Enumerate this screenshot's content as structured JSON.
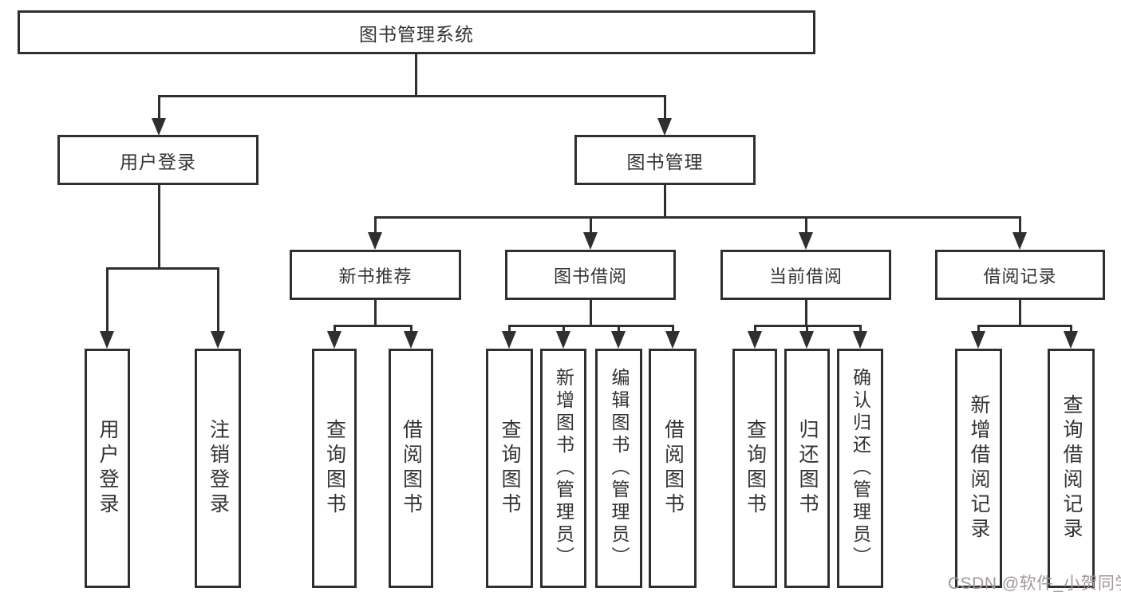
{
  "diagram": {
    "title": "图书管理系统",
    "level2": [
      {
        "label": "用户登录"
      },
      {
        "label": "图书管理"
      }
    ],
    "level3": [
      {
        "label": "新书推荐"
      },
      {
        "label": "图书借阅"
      },
      {
        "label": "当前借阅"
      },
      {
        "label": "借阅记录"
      }
    ],
    "leaves": {
      "login": [
        {
          "label": "用户登录"
        },
        {
          "label": "注销登录"
        }
      ],
      "recommend": [
        {
          "label": "查询图书"
        },
        {
          "label": "借阅图书"
        }
      ],
      "borrow": [
        {
          "label": "查询图书"
        },
        {
          "label": "新增图书（管理员）"
        },
        {
          "label": "编辑图书（管理员）"
        },
        {
          "label": "借阅图书"
        }
      ],
      "current": [
        {
          "label": "查询图书"
        },
        {
          "label": "归还图书"
        },
        {
          "label": "确认归还（管理员）"
        }
      ],
      "records": [
        {
          "label": "新增借阅记录"
        },
        {
          "label": "查询借阅记录"
        }
      ]
    },
    "watermark": "CSDN @软件_小贺同学",
    "colors": {
      "line": "#2f2f2f",
      "text": "#333333",
      "watermark": "#9f9898",
      "background": "#ffffff"
    }
  }
}
